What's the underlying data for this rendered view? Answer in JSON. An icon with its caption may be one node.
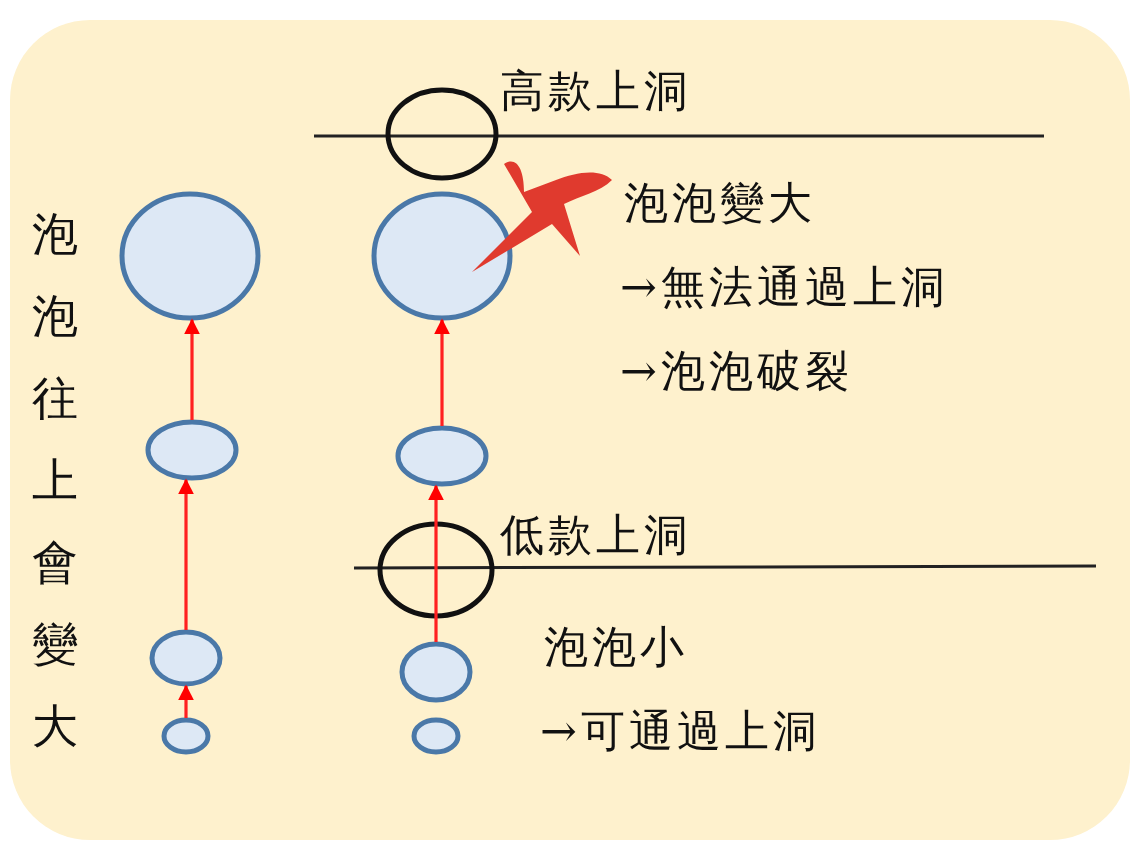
{
  "diagram": {
    "nodes": [
      {
        "text": [],
        "shape": "circle"
      },
      {
        "text": [],
        "shape": "circle"
      },
      {
        "text": [],
        "shape": "circle"
      },
      {
        "text": [],
        "shape": "circle"
      },
      {
        "text": [],
        "shape": "circle"
      },
      {
        "text": [],
        "shape": "circle"
      },
      {
        "text": [],
        "shape": "circle"
      },
      {
        "text": [],
        "shape": "circle"
      }
    ],
    "edges": [
      {
        "from": 3,
        "to": 2,
        "arrow": "to"
      },
      {
        "from": 2,
        "to": 1,
        "arrow": "to"
      },
      {
        "from": 1,
        "to": 0,
        "arrow": "to"
      },
      {
        "from": 6,
        "to": 5,
        "arrow": "to"
      },
      {
        "from": 5,
        "to": 4,
        "arrow": "to"
      }
    ],
    "labels": [
      "泡泡往上會變大",
      "高款上洞",
      "泡泡變大",
      "→無法通過上洞",
      "→泡泡破裂",
      "低款上洞",
      "泡泡小",
      "→可通過上洞"
    ]
  }
}
